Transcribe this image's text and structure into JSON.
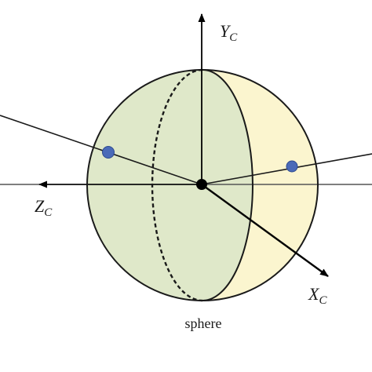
{
  "labels": {
    "y_axis": {
      "main": "Y",
      "sub": "C"
    },
    "z_axis": {
      "main": "Z",
      "sub": "C"
    },
    "x_axis": {
      "main": "X",
      "sub": "C"
    },
    "caption": "sphere"
  },
  "colors": {
    "sphere_left": "#dfe8c9",
    "sphere_right": "#fbf5cf",
    "outline": "#1a1a1a",
    "point": "#4a6ab8",
    "point_stroke": "#2d4a8f",
    "origin": "#000000",
    "horizon": "#555555"
  }
}
